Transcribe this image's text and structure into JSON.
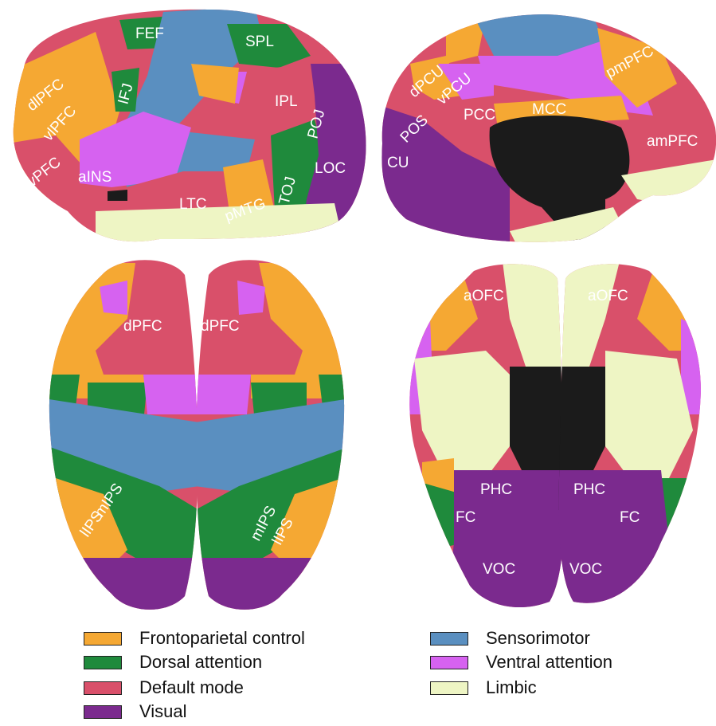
{
  "networks": {
    "frontoparietal": {
      "label": "Frontoparietal control",
      "color": "#f5a833"
    },
    "dorsal": {
      "label": "Dorsal attention",
      "color": "#1f8a3c"
    },
    "default": {
      "label": "Default mode",
      "color": "#d9506a"
    },
    "visual": {
      "label": "Visual",
      "color": "#7b2a8e"
    },
    "sensorimotor": {
      "label": "Sensorimotor",
      "color": "#5a8fc0"
    },
    "ventral": {
      "label": "Ventral attention",
      "color": "#d662f0"
    },
    "limbic": {
      "label": "Limbic",
      "color": "#eef5c4"
    }
  },
  "lateral": {
    "FEF": "FEF",
    "SPL": "SPL",
    "dlPFC": "dlPFC",
    "IFJ": "IFJ",
    "vlPFC": "vlPFC",
    "IPL": "IPL",
    "POJ": "POJ",
    "vPFC": "vPFC",
    "aINS": "aINS",
    "LOC": "LOC",
    "TOJ": "TOJ",
    "LTC": "LTC",
    "pMTG": "pMTG"
  },
  "medial": {
    "dPCU": "dPCU",
    "vPCU": "vPCU",
    "pmPFC": "pmPFC",
    "PCC": "PCC",
    "MCC": "MCC",
    "POS": "POS",
    "amPFC": "amPFC",
    "CU": "CU"
  },
  "dorsalview": {
    "dPFC_l": "dPFC",
    "dPFC_r": "dPFC",
    "mIPS_l": "mIPS",
    "lIPS_l": "lIPS",
    "mIPS_r": "mIPS",
    "lIPS_r": "lIPS"
  },
  "ventralview": {
    "aOFC_l": "aOFC",
    "aOFC_r": "aOFC",
    "PHC_l": "PHC",
    "PHC_r": "PHC",
    "FC_l": "FC",
    "FC_r": "FC",
    "VOC_l": "VOC",
    "VOC_r": "VOC"
  }
}
